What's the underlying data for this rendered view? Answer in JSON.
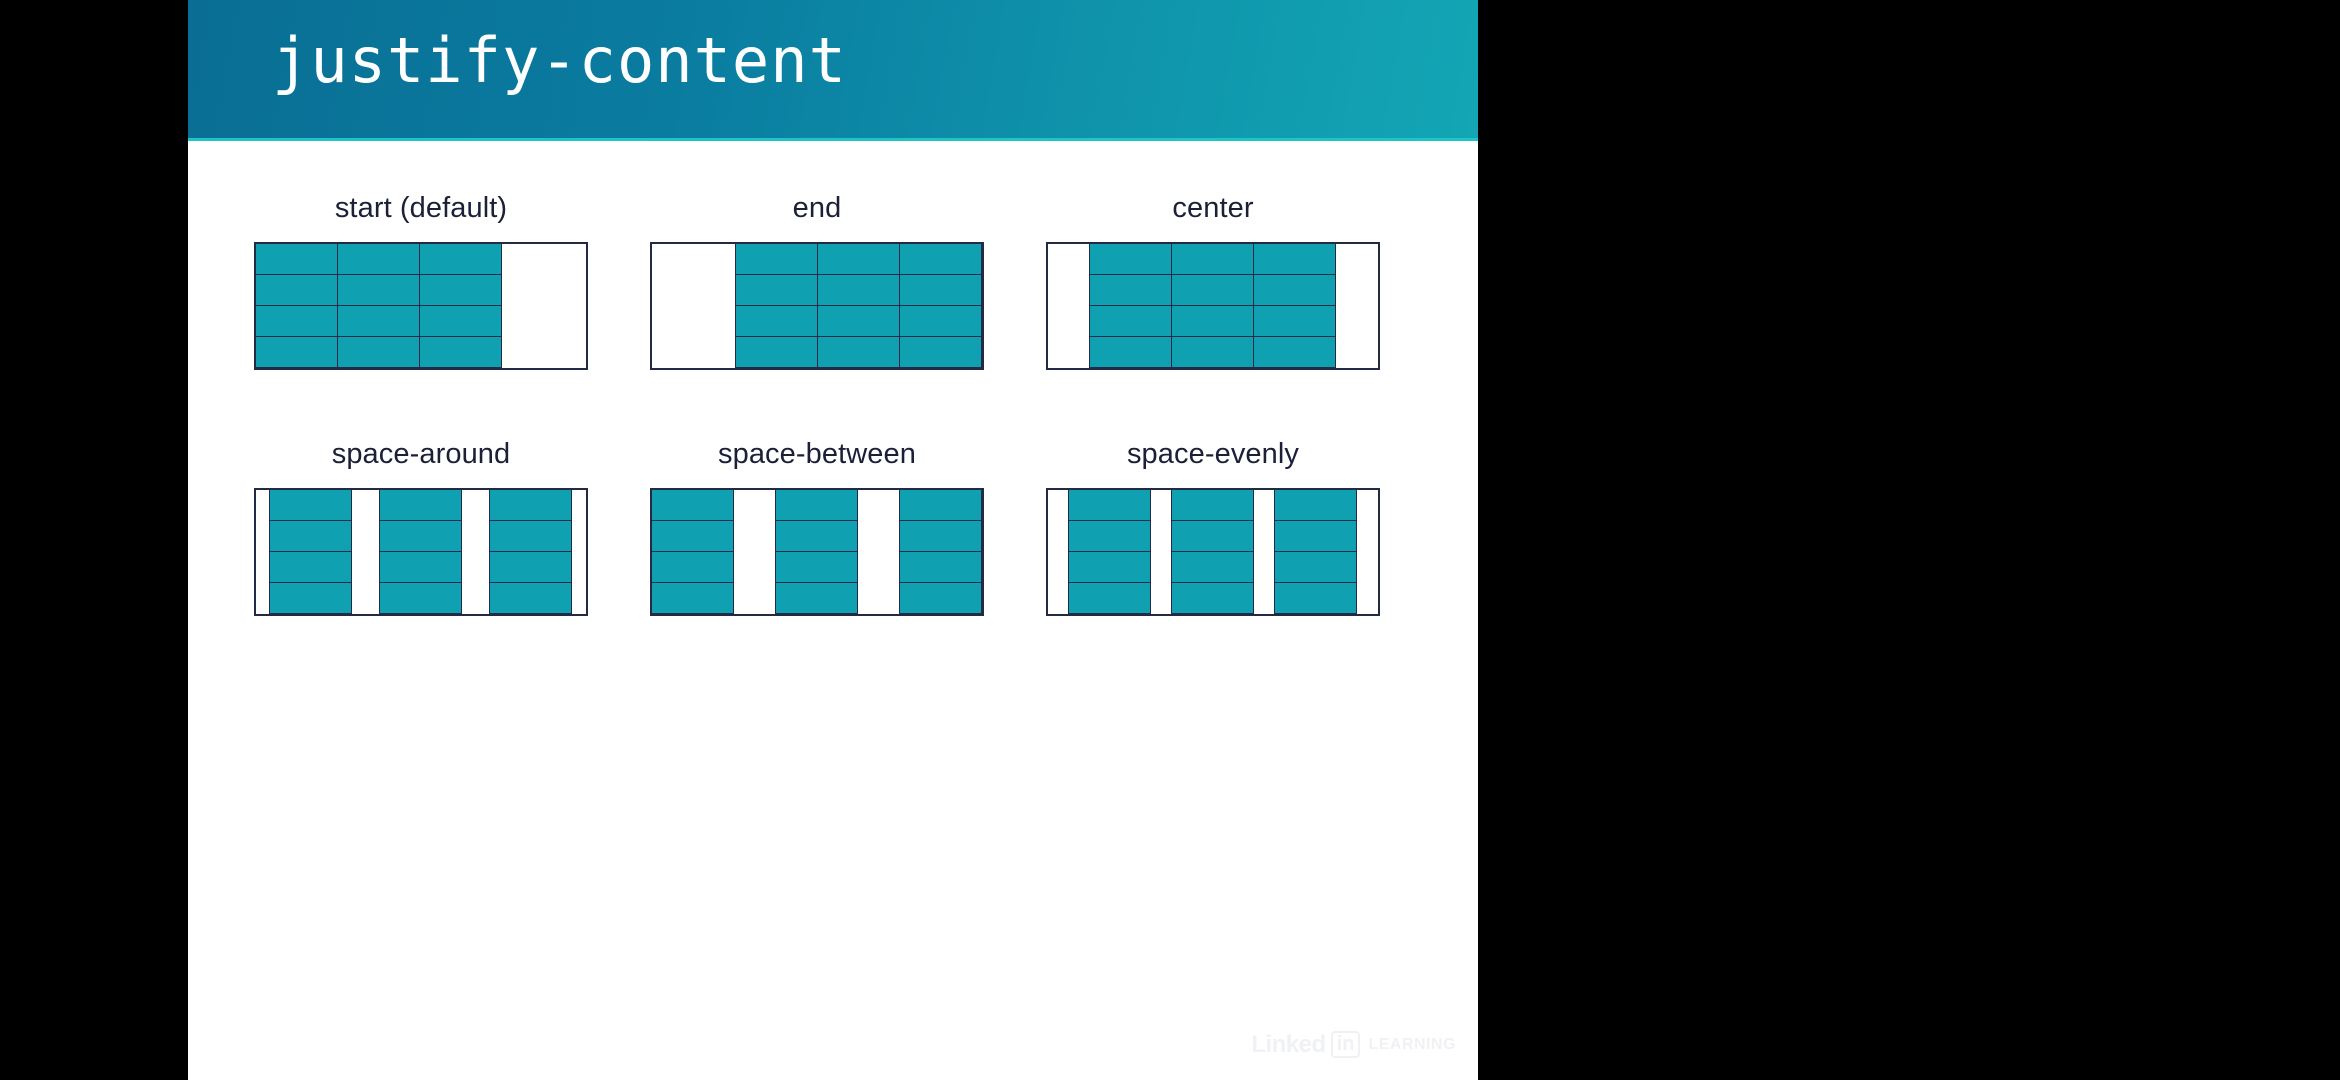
{
  "colors": {
    "header_gradient_start": "#0a6e94",
    "header_gradient_end": "#13a6b5",
    "header_rule": "#1fc4c9",
    "item_fill": "#0fa0b2",
    "item_border": "#232a45",
    "label_text": "#1b2038",
    "slide_background": "#ffffff",
    "letterbox": "#000000",
    "watermark": "#eef0f3"
  },
  "header": {
    "title": "justify-content"
  },
  "examples": [
    {
      "label": "start (default)",
      "value": "flex-start",
      "items": 3,
      "rows": 4,
      "free_space": "after"
    },
    {
      "label": "end",
      "value": "flex-end",
      "items": 3,
      "rows": 4,
      "free_space": "before"
    },
    {
      "label": "center",
      "value": "center",
      "items": 3,
      "rows": 4,
      "free_space": "both-sides"
    },
    {
      "label": "space-around",
      "value": "space-around",
      "items": 3,
      "rows": 4,
      "free_space": "half-at-edges"
    },
    {
      "label": "space-between",
      "value": "space-between",
      "items": 3,
      "rows": 4,
      "free_space": "between-only"
    },
    {
      "label": "space-evenly",
      "value": "space-evenly",
      "items": 3,
      "rows": 4,
      "free_space": "equal-everywhere"
    }
  ],
  "watermark": {
    "brand": "Linked",
    "mark": "in",
    "product": "LEARNING"
  }
}
